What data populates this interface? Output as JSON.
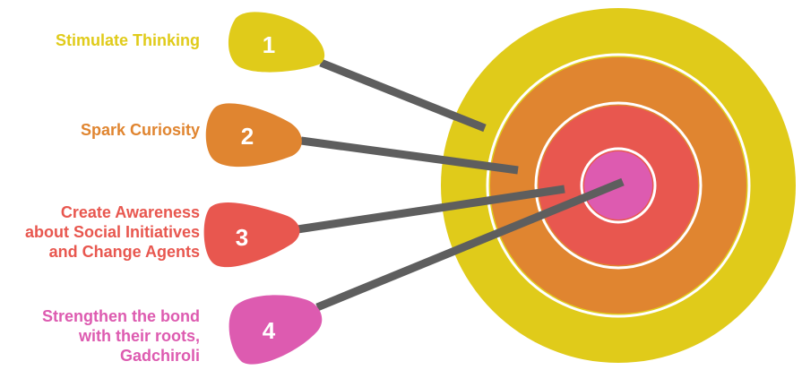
{
  "goals": [
    {
      "number": "1",
      "lines": [
        "Stimulate Thinking"
      ],
      "color": "#E0CB1A"
    },
    {
      "number": "2",
      "lines": [
        "Spark Curiosity"
      ],
      "color": "#E08530"
    },
    {
      "number": "3",
      "lines": [
        "Create Awareness",
        "about Social Initiatives",
        "and Change Agents"
      ],
      "color": "#E8574F"
    },
    {
      "number": "4",
      "lines": [
        "Strengthen the bond",
        "with their roots,",
        "Gadchiroli"
      ],
      "color": "#DD5BB0"
    }
  ],
  "target": {
    "ring_colors": [
      "#E0CB1A",
      "#E08530",
      "#E8574F",
      "#DD5BB0"
    ],
    "divider_color": "#ffffff"
  },
  "arrow_color": "#5E5E5E"
}
